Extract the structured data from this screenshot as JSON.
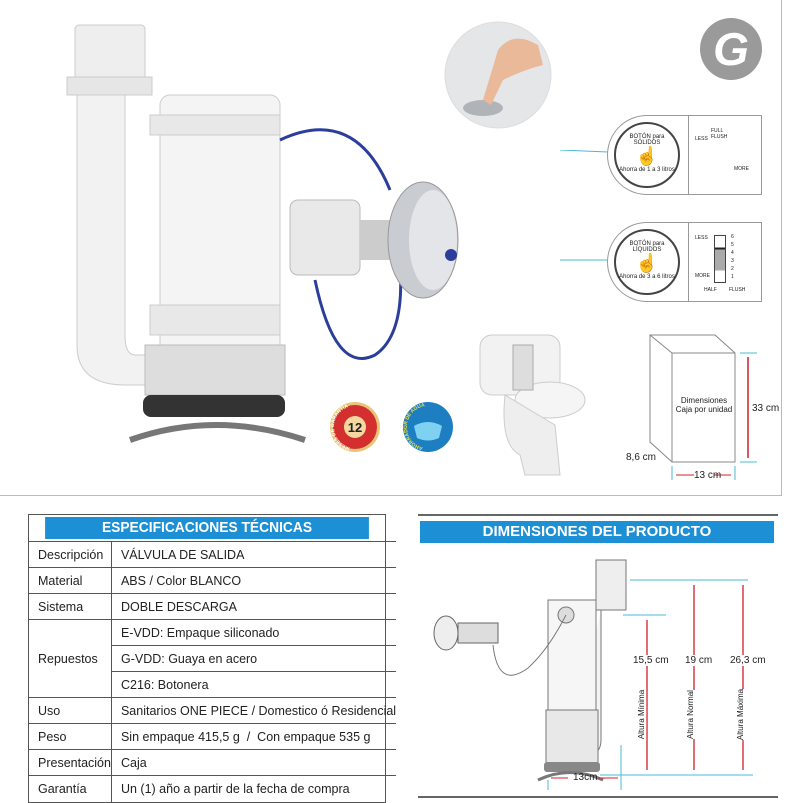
{
  "brand": {
    "logo_letter": "G"
  },
  "badges": {
    "warranty_number": "12",
    "warranty_text": "MESES DE GARANTÍA",
    "water_text": "AHORRADOR DE AGUA"
  },
  "buttons_info": {
    "solids": {
      "title": "BOTÓN para SÓLIDOS",
      "saving": "Ahorra de 1 a 3 litros",
      "labels": [
        "LESS",
        "FULL FLUSH",
        "MORE"
      ]
    },
    "liquids": {
      "title": "BOTÓN para LÍQUIDOS",
      "saving": "Ahorra de 3 a 6 litros",
      "labels": [
        "LESS",
        "MORE",
        "HALF",
        "FLUSH"
      ],
      "scale": [
        "6",
        "5",
        "4",
        "3",
        "2",
        "1"
      ]
    }
  },
  "box": {
    "title_line1": "Dimensiones",
    "title_line2": "Caja por unidad",
    "height": "33 cm",
    "width": "13 cm",
    "depth": "8,6 cm"
  },
  "specs": {
    "title": "ESPECIFICACIONES TÉCNICAS",
    "rows": [
      {
        "label": "Descripción",
        "value": "VÁLVULA DE SALIDA"
      },
      {
        "label": "Material",
        "value": "ABS / Color BLANCO"
      },
      {
        "label": "Sistema",
        "value": "DOBLE DESCARGA"
      },
      {
        "label": "Repuestos",
        "values": [
          "E-VDD: Empaque siliconado",
          "G-VDD: Guaya en acero",
          "C216: Botonera"
        ]
      },
      {
        "label": "Uso",
        "value": "Sanitarios ONE PIECE / Domestico ó Residencial"
      },
      {
        "label": "Peso",
        "value": "Sin empaque 415,5 g  /  Con empaque 535 g"
      },
      {
        "label": "Presentación",
        "value": "Caja"
      },
      {
        "label": "Garantía",
        "value": "Un (1) año a partir de la fecha de compra"
      }
    ]
  },
  "dimensions": {
    "title": "DIMENSIONES DEL PRODUCTO",
    "min": {
      "value": "15,5 cm",
      "label": "Altura Mínima"
    },
    "normal": {
      "value": "19 cm",
      "label": "Altura Normal"
    },
    "max": {
      "value": "26,3 cm",
      "label": "Altura Máxima"
    },
    "width": "13cm"
  },
  "colors": {
    "accent": "#1d8fd5",
    "arrow": "#d0202a",
    "guide": "#4ab8d8"
  }
}
